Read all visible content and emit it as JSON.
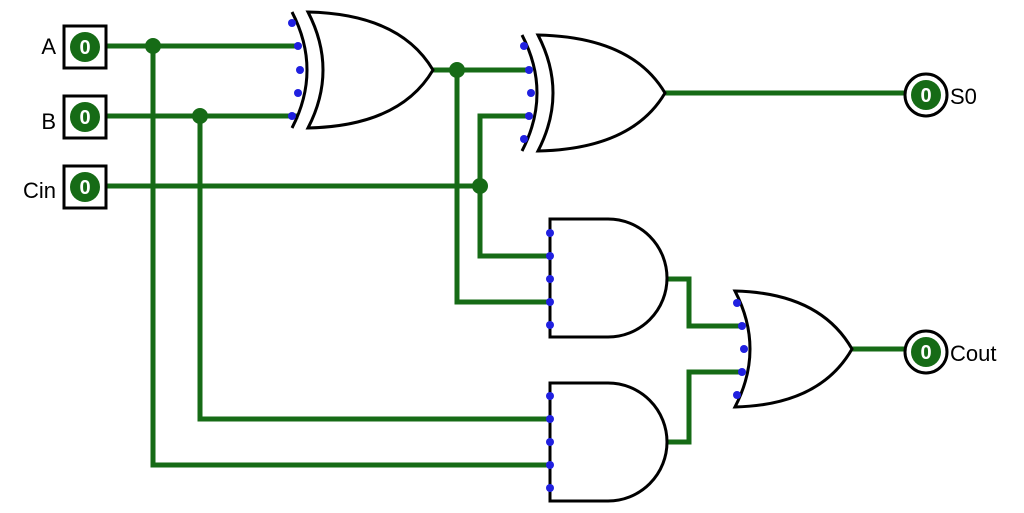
{
  "inputs": [
    {
      "label": "A",
      "value": "0"
    },
    {
      "label": "B",
      "value": "0"
    },
    {
      "label": "Cin",
      "value": "0"
    }
  ],
  "outputs": [
    {
      "label": "S0",
      "value": "0"
    },
    {
      "label": "Cout",
      "value": "0"
    }
  ],
  "colors": {
    "wire": "#166b16",
    "pin": "#2020e0",
    "gate_stroke": "#000000",
    "io_fill": "#166b16"
  }
}
